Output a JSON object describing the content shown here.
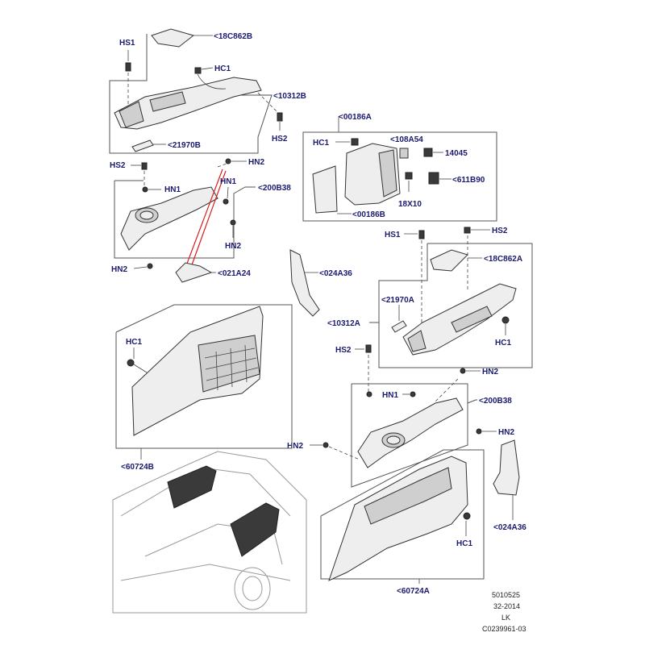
{
  "colors": {
    "label": "#1a1a6e",
    "line": "#333333",
    "accent_line": "#d42020",
    "dark_part": "#3a3a3a"
  },
  "labels": {
    "hs1_top": "HS1",
    "p18c862b": "<18C862B",
    "hc1_top": "HC1",
    "p10312b": "<10312B",
    "hs2_top": "HS2",
    "p21970b": "<21970B",
    "hs2_mid": "HS2",
    "hn2_mid_top": "HN2",
    "hn1_left": "HN1",
    "hn1_right": "HN1",
    "p200b38_top": "<200B38",
    "hn2_mid_right": "HN2",
    "hn2_mid_left": "HN2",
    "p021a24": "<021A24",
    "p00186a": "<00186A",
    "hc1_box": "HC1",
    "p108a54": "<108A54",
    "p14045": "14045",
    "p611b90": "<611B90",
    "p18x10": "18X10",
    "p00186b": "<00186B",
    "p024a36_mid": "<024A36",
    "hs1_right": "HS1",
    "hs2_right": "HS2",
    "p18c862a": "<18C862A",
    "p21970a": "<21970A",
    "p10312a": "<10312A",
    "hc1_right": "HC1",
    "hs2_right_low": "HS2",
    "hn2_right_top": "HN2",
    "hn1_bottom": "HN1",
    "p200b38_bottom": "<200B38",
    "hn2_right_bottom": "HN2",
    "hn2_bottom_left": "HN2",
    "hc1_left_panel": "HC1",
    "p60724b": "<60724B",
    "p024a36_bottom": "<024A36",
    "hc1_bottom_panel": "HC1",
    "p60724a": "<60724A"
  },
  "footer": {
    "line1": "5010525",
    "line2": "32-2014",
    "line3": "LK",
    "line4": "C0239961-03"
  }
}
